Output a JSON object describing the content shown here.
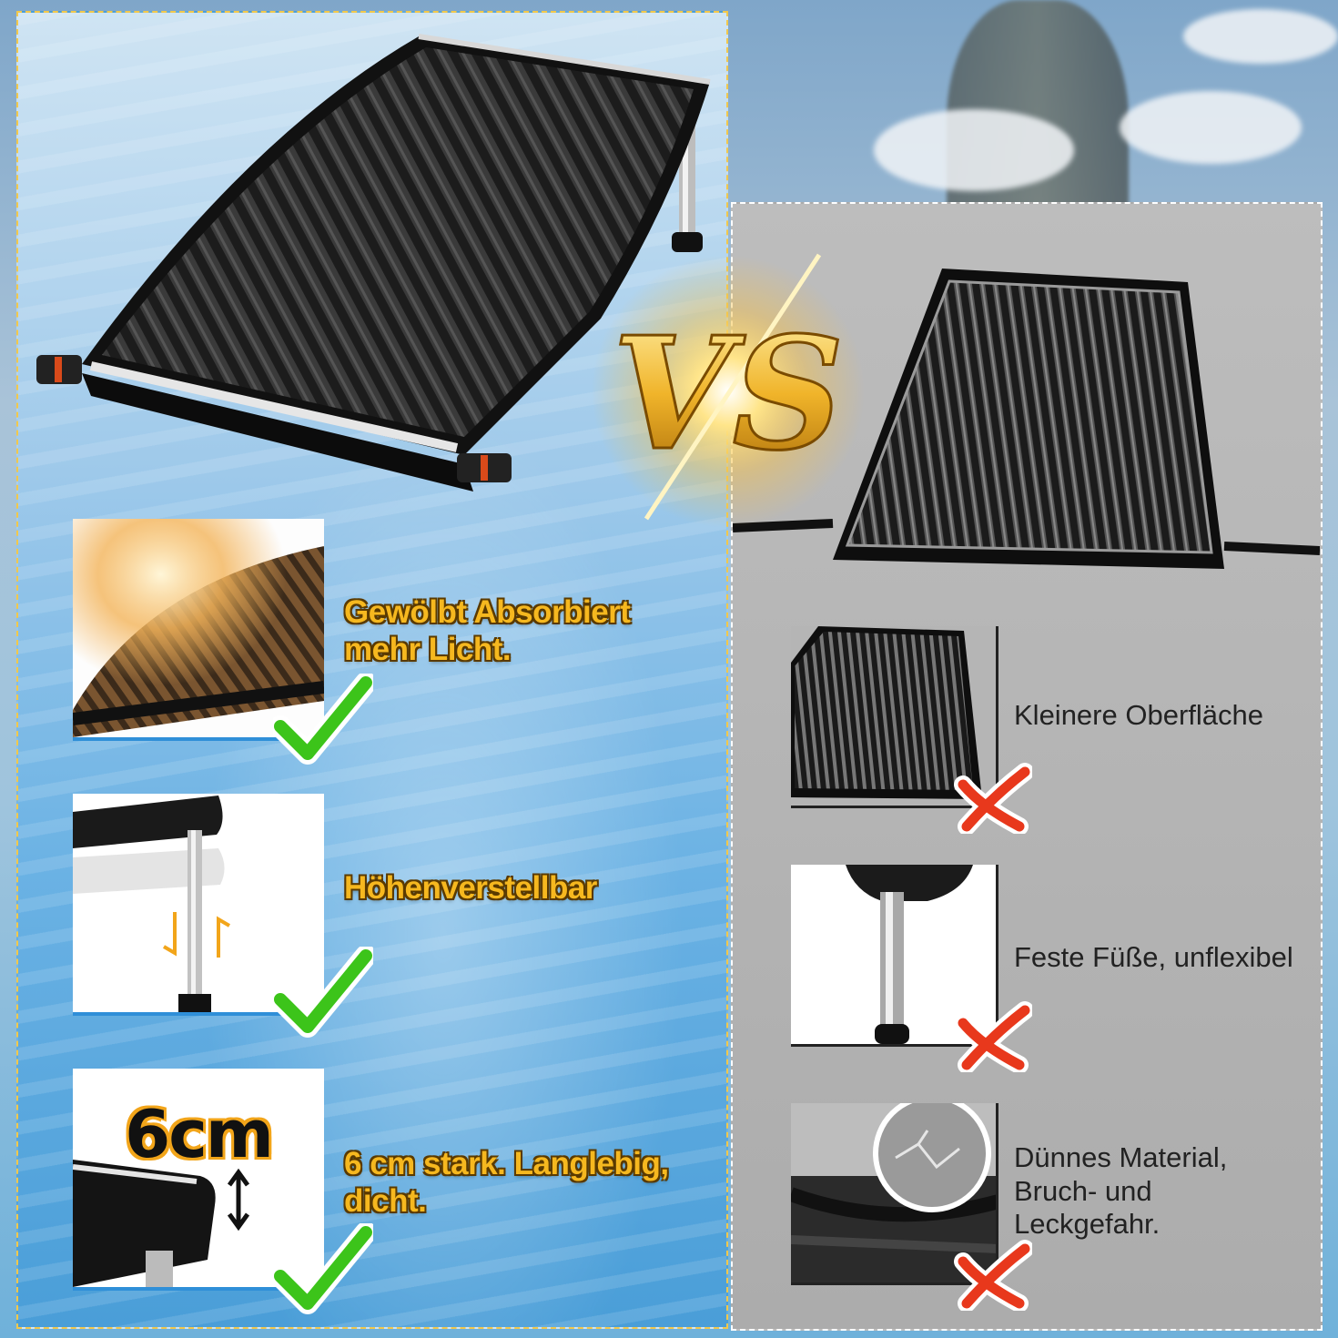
{
  "comparison": {
    "vs_label": "VS",
    "good": {
      "features": [
        {
          "label": "Gewölbt Absorbiert mehr Licht."
        },
        {
          "label": "Höhenverstellbar"
        },
        {
          "label": "6 cm stark. Langlebig, dicht."
        }
      ],
      "thickness_badge": "6cm"
    },
    "bad": {
      "features": [
        {
          "label": "Kleinere Oberfläche"
        },
        {
          "label": "Feste Füße, unflexibel"
        },
        {
          "label": "Dünnes Material, Bruch- und Leckgefahr."
        }
      ]
    }
  },
  "colors": {
    "accent_gold": "#f6b81f",
    "check_green": "#3cc41a",
    "cross_red": "#e8381c",
    "left_border": "#f2c84b"
  },
  "icons": {
    "good": "check-icon",
    "bad": "cross-icon"
  }
}
